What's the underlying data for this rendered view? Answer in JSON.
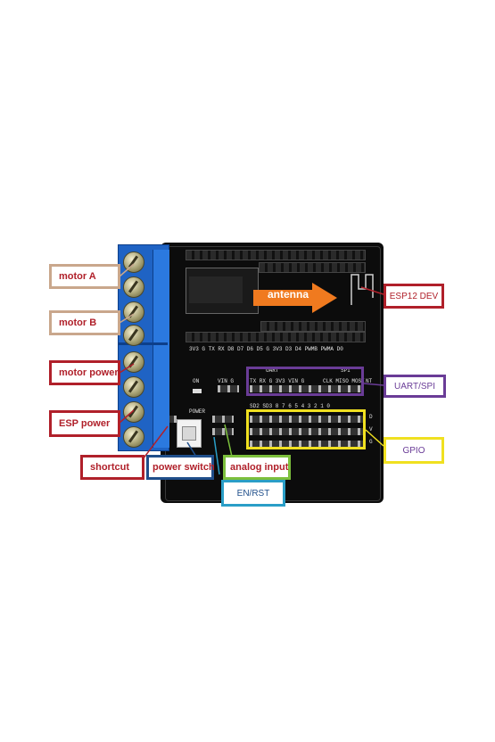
{
  "labels": {
    "motor_a": "motor A",
    "motor_b": "motor B",
    "motor_power": "motor power",
    "esp_power": "ESP power",
    "shortcut": "shortcut",
    "power_switch": "power switch",
    "analog_input": "analog input",
    "en_rst": "EN/RST",
    "esp12_dev": "ESP12 DEV",
    "uart_spi": "UART/SPI",
    "gpio": "GPIO",
    "antenna": "antenna"
  },
  "pcb_silkscreen": {
    "top_pins": "3V3  G  TX  RX  D8  D7  D6  D5  G  3V3  D3  D4  PWMB PWMA D0",
    "uart": "UART",
    "spi": "SPI",
    "uart_pins": "TX  RX  G  3V3 VIN  G",
    "spi_pins": "CLK MISO MOSI",
    "nt": "NT",
    "vin_g": "VIN  G",
    "on": "ON",
    "power": "POWER",
    "gpio_pins": "SD2 SD3  8   7   6   5   4   3   2   1   0",
    "side_d": "D",
    "side_v": "V",
    "side_g": "G"
  },
  "colors": {
    "motor_label": "#c9a78c",
    "motor_power_label": "#b0202a",
    "power_switch_label": "#1f4e8a",
    "analog_label": "#7cbf3c",
    "en_rst_label": "#2a9ec7",
    "esp12_label": "#b0202a",
    "uart_label": "#6a3c97",
    "gpio_label": "#f0e020",
    "motor_label_text": "#b0202a",
    "terminal_blue": "#1f63c4",
    "antenna_arrow": "#f07a1f"
  }
}
